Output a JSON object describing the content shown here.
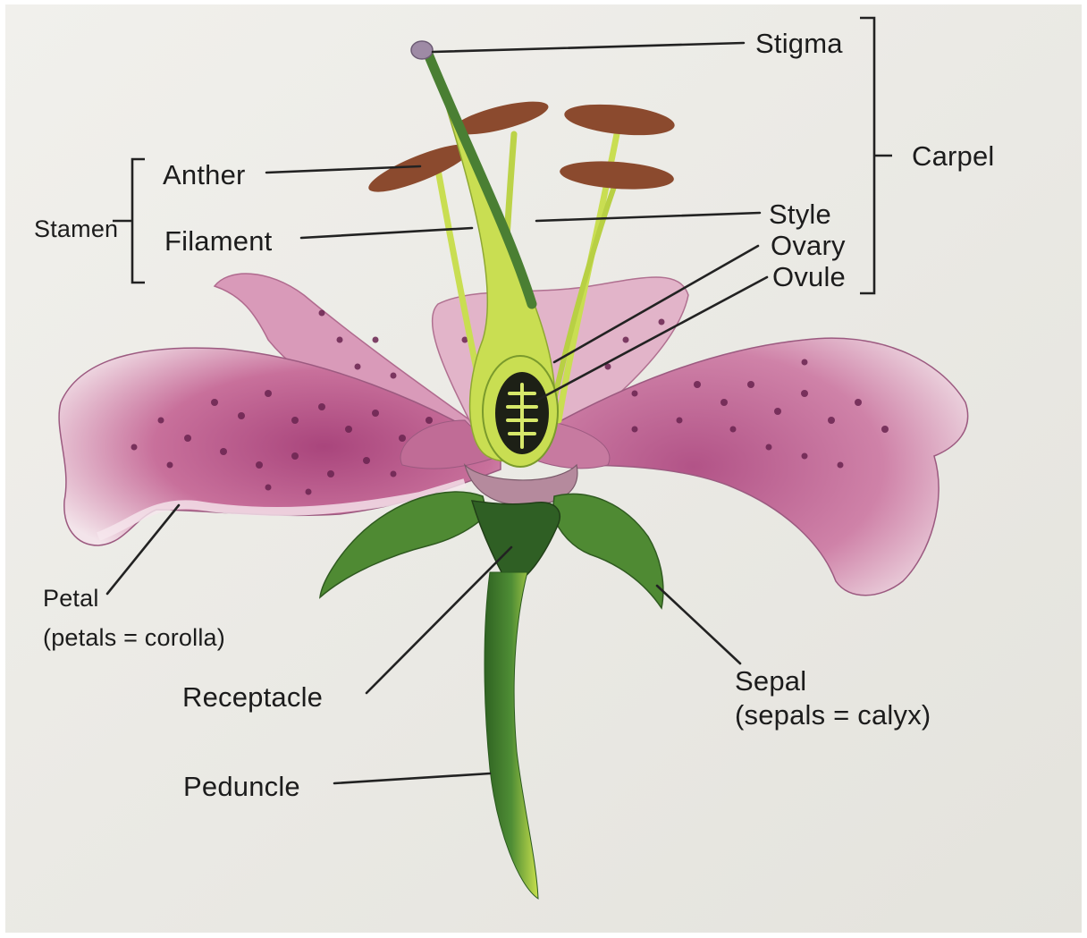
{
  "labels": {
    "stigma": "Stigma",
    "carpel": "Carpel",
    "anther": "Anther",
    "stamen": "Stamen",
    "filament": "Filament",
    "style": "Style",
    "ovary": "Ovary",
    "ovule": "Ovule",
    "petal": "Petal",
    "petal_note": "(petals = corolla)",
    "receptacle": "Receptacle",
    "sepal": "Sepal",
    "sepal_note": "(sepals = calyx)",
    "peduncle": "Peduncle"
  },
  "colors": {
    "paper": "#ecebe5",
    "petal_pink": "#c8709b",
    "petal_light": "#f3e4ea",
    "spot": "#6a2450",
    "stem_green": "#3e7a2d",
    "style_yellow": "#c9de52",
    "anther_brown": "#8b4a2e",
    "ovary_dark": "#1d2016",
    "ovule_yellow": "#d7e86a"
  }
}
